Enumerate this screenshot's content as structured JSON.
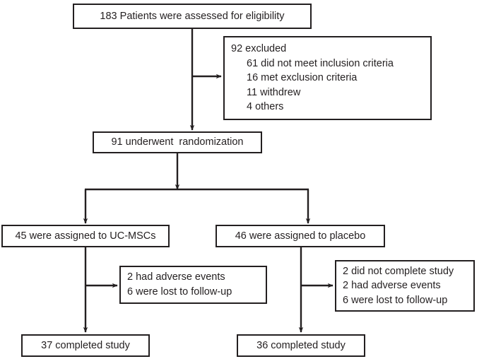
{
  "diagram": {
    "type": "consort-flow-diagram",
    "title": "CONSORT participant flow",
    "colors": {
      "stroke": "#231f20",
      "background": "#ffffff",
      "text": "#231f20"
    },
    "nodes": {
      "assessed": {
        "label": "183 Patients were assessed for eligibility",
        "count": 183
      },
      "excluded": {
        "header": "92 excluded",
        "count": 92,
        "reasons": [
          "61 did not meet inclusion criteria",
          "16 met exclusion criteria",
          "11 withdrew",
          "4 others"
        ]
      },
      "randomized": {
        "label": "91 underwent  randomization",
        "count": 91
      },
      "arm_left": {
        "label": "45 were assigned to UC-MSCs",
        "count": 45
      },
      "arm_right": {
        "label": "46 were assigned to placebo",
        "count": 46
      },
      "dropouts_left": {
        "lines": [
          "2 had adverse events",
          "6 were lost to follow-up"
        ]
      },
      "dropouts_right": {
        "lines": [
          "2 did not complete study",
          "2 had adverse events",
          "6 were lost to follow-up"
        ]
      },
      "completed_left": {
        "label": "37 completed study",
        "count": 37
      },
      "completed_right": {
        "label": "36 completed study",
        "count": 36
      }
    }
  }
}
